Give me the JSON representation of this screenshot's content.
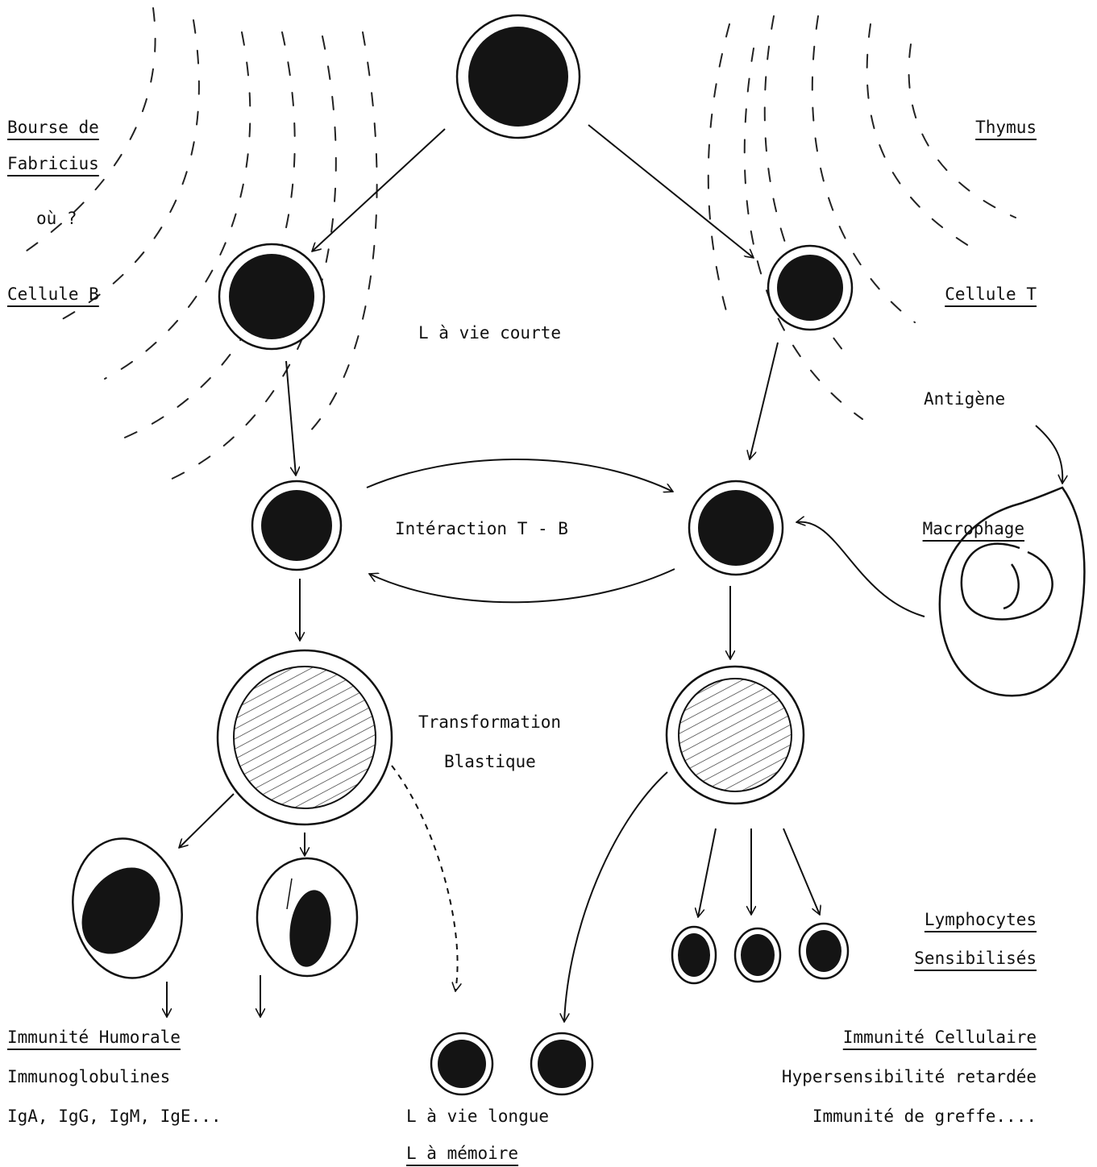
{
  "labels": {
    "bourse_line1": "Bourse de",
    "bourse_line2": "Fabricius",
    "ou": "où ?",
    "cellule_b": "Cellule B",
    "thymus": "Thymus",
    "cellule_t": "Cellule T",
    "vie_courte": "L à vie courte",
    "antigene": "Antigène",
    "interaction": "Intéraction T - B",
    "macrophage": "Macrophage",
    "transformation": "Transformation",
    "blastique": "Blastique",
    "lymphocytes": "Lymphocytes",
    "sensibilises": "Sensibilisés",
    "immunite_humorale": "Immunité Humorale",
    "immunoglobulines": "Immunoglobulines",
    "igs": "IgA, IgG, IgM, IgE...",
    "vie_longue": "L à vie longue",
    "memoire": "L à mémoire",
    "immunite_cellulaire": "Immunité Cellulaire",
    "hypersensibilite": "Hypersensibilité retardée",
    "greffe": "Immunité de greffe...."
  },
  "colors": {
    "ink": "#111111",
    "nucleus": "#141414",
    "hatch": "#333333",
    "paper": "#ffffff"
  }
}
